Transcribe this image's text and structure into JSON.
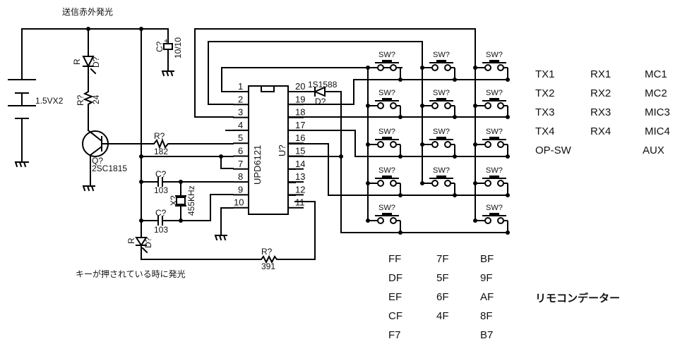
{
  "title_top": "送信赤外発光",
  "note_bottom": "キーが押されている時に発光",
  "remote_data_label": "リモコンデーター",
  "components": {
    "battery": {
      "label": "1.5VX2"
    },
    "led_top": {
      "ref": "D?",
      "value": "R"
    },
    "r_top": {
      "ref": "R?",
      "value": "24"
    },
    "cap_top": {
      "ref": "C?",
      "value": "10/10",
      "polarity": "+"
    },
    "transistor": {
      "ref": "Q?",
      "value": "2SC1815"
    },
    "r_base": {
      "ref": "R?",
      "value": "182"
    },
    "cap1": {
      "ref": "C?",
      "value": "103"
    },
    "cap2": {
      "ref": "C?",
      "value": "103"
    },
    "crystal": {
      "ref": "X?",
      "value": "455KHz"
    },
    "led_bottom": {
      "ref": "D?",
      "value": "R"
    },
    "r_bottom": {
      "ref": "R?",
      "value": "391"
    },
    "diode": {
      "ref": "D?",
      "value": "1S1588"
    },
    "ic": {
      "ref": "U?",
      "value": "UPD6121",
      "left_pins": [
        "1",
        "2",
        "3",
        "4",
        "5",
        "6",
        "7",
        "8",
        "9",
        "10"
      ],
      "right_pins": [
        "20",
        "19",
        "18",
        "17",
        "16",
        "15",
        "14",
        "13",
        "12",
        "11"
      ]
    },
    "switch_ref": "SW?"
  },
  "function_labels": [
    [
      "TX1",
      "RX1",
      "MC1"
    ],
    [
      "TX2",
      "RX2",
      "MC2"
    ],
    [
      "TX3",
      "RX3",
      "MIC3"
    ],
    [
      "TX4",
      "RX4",
      "MIC4"
    ],
    [
      "OP-SW",
      "",
      "AUX"
    ]
  ],
  "remote_codes": [
    [
      "FF",
      "7F",
      "BF"
    ],
    [
      "DF",
      "5F",
      "9F"
    ],
    [
      "EF",
      "6F",
      "AF"
    ],
    [
      "CF",
      "4F",
      "8F"
    ],
    [
      "F7",
      "",
      "B7"
    ]
  ]
}
